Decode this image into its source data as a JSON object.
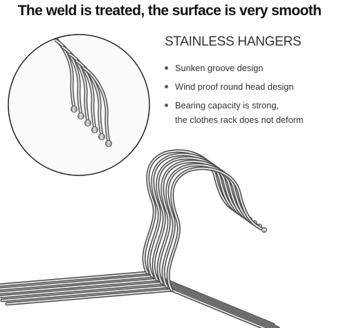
{
  "headline": "The weld is treated, the surface is very smooth",
  "product_title": "STAINLESS HANGERS",
  "features": [
    {
      "lines": [
        "Sunken groove design"
      ]
    },
    {
      "lines": [
        "Wind proof round head design"
      ]
    },
    {
      "lines": [
        "Bearing capacity is strong,",
        "the clothes rack does not deform"
      ]
    }
  ],
  "icons": {
    "zoom": "hanger-hook-closeup",
    "main": "stacked-stainless-hangers"
  }
}
